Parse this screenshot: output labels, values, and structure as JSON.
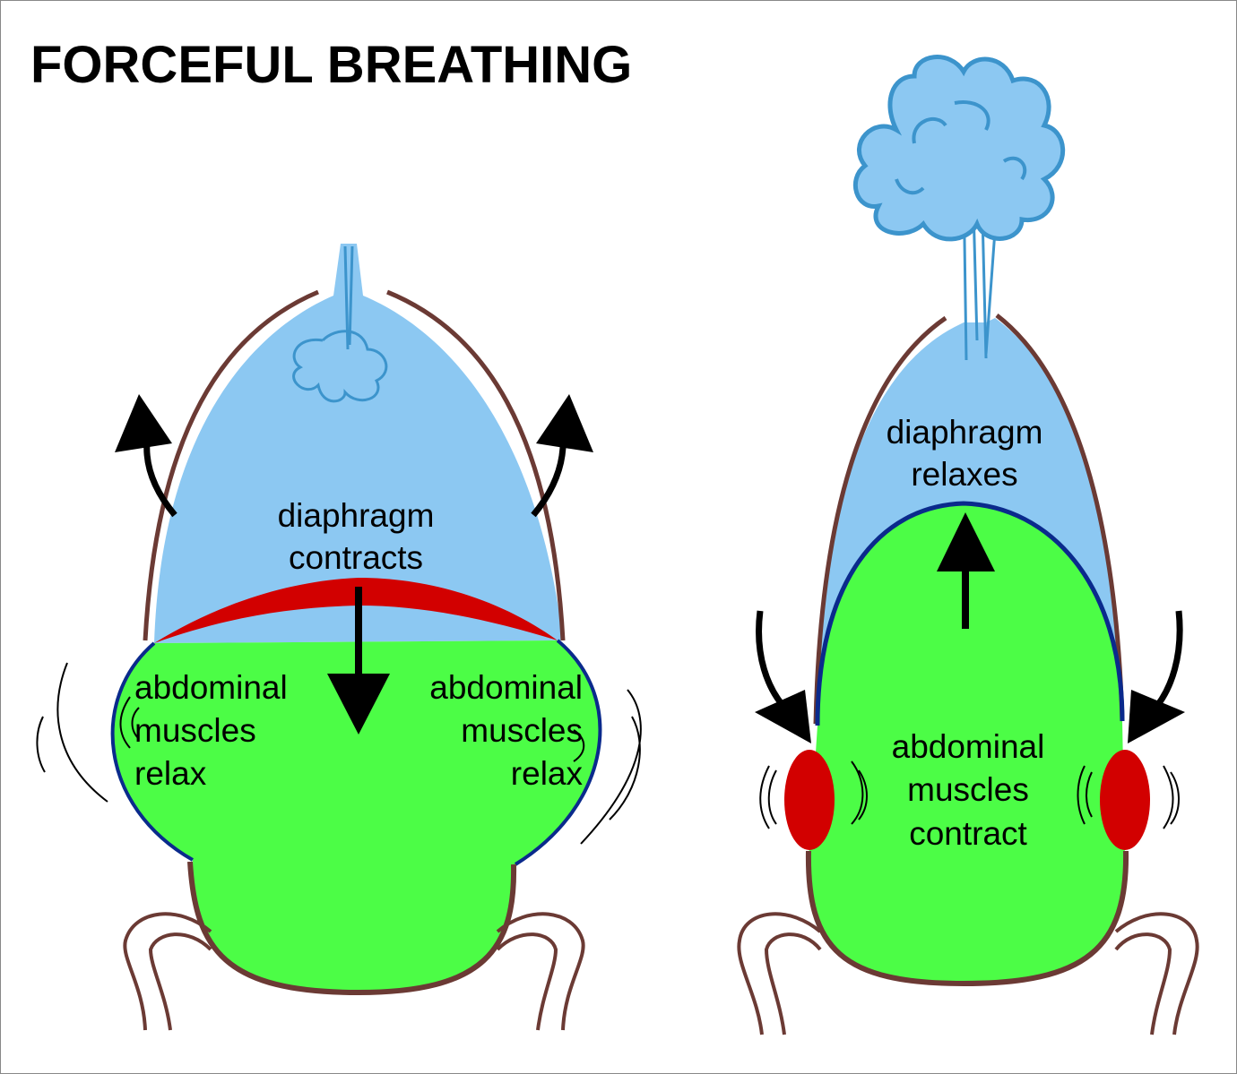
{
  "title": "FORCEFUL BREATHING",
  "colors": {
    "air": "#8cc8f2",
    "abdomen": "#4cfd46",
    "muscle": "#d20000",
    "outline": "#6b3a34",
    "diaphragm_line": "#0a2a8c",
    "air_stroke": "#3c94cc"
  },
  "inhale": {
    "diaphragm_label": [
      "diaphragm",
      "contracts"
    ],
    "left_muscle_label": [
      "abdominal",
      "muscles",
      "relax"
    ],
    "right_muscle_label": [
      "abdominal",
      "muscles",
      "relax"
    ]
  },
  "exhale": {
    "diaphragm_label": [
      "diaphragm",
      "relaxes"
    ],
    "muscle_label": [
      "abdominal",
      "muscles",
      "contract"
    ]
  }
}
